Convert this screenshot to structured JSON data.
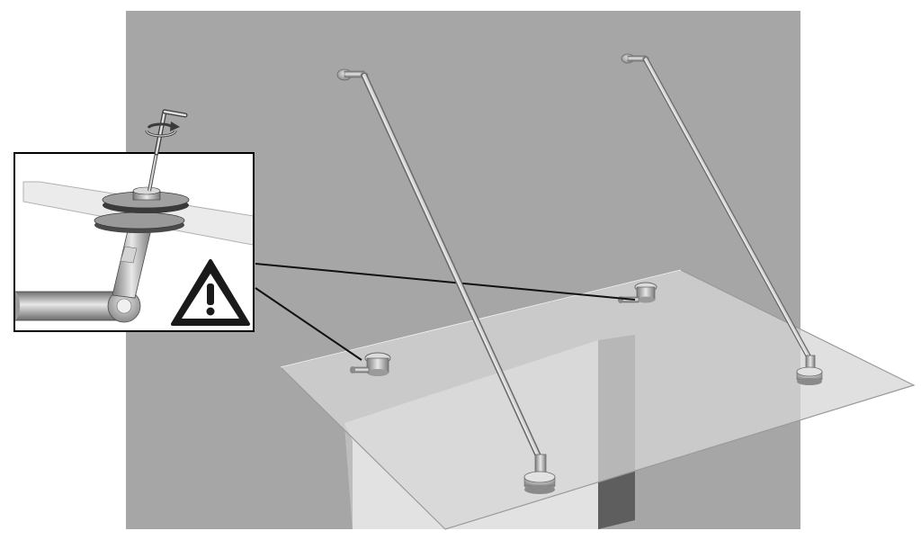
{
  "diagram": {
    "colors": {
      "background": "#ffffff",
      "wall": "#a6a6a6",
      "glass_canopy": "#cfcfcf",
      "door_opening": "#e0e0e0",
      "door_shadow": "#5a5a5a",
      "rod": "#c8c8c8",
      "hardware": "#b4b4b4",
      "leader_line": "#111111",
      "detail_frame": "#000000",
      "warning_sign": "#1a1a1a"
    },
    "components": {
      "tension_rods": 2,
      "wall_brackets": 2,
      "glass_fittings": 2,
      "glass_clamps": 2
    },
    "icons": [
      "rotate-arrow-icon",
      "allen-key-icon",
      "warning-icon"
    ]
  }
}
